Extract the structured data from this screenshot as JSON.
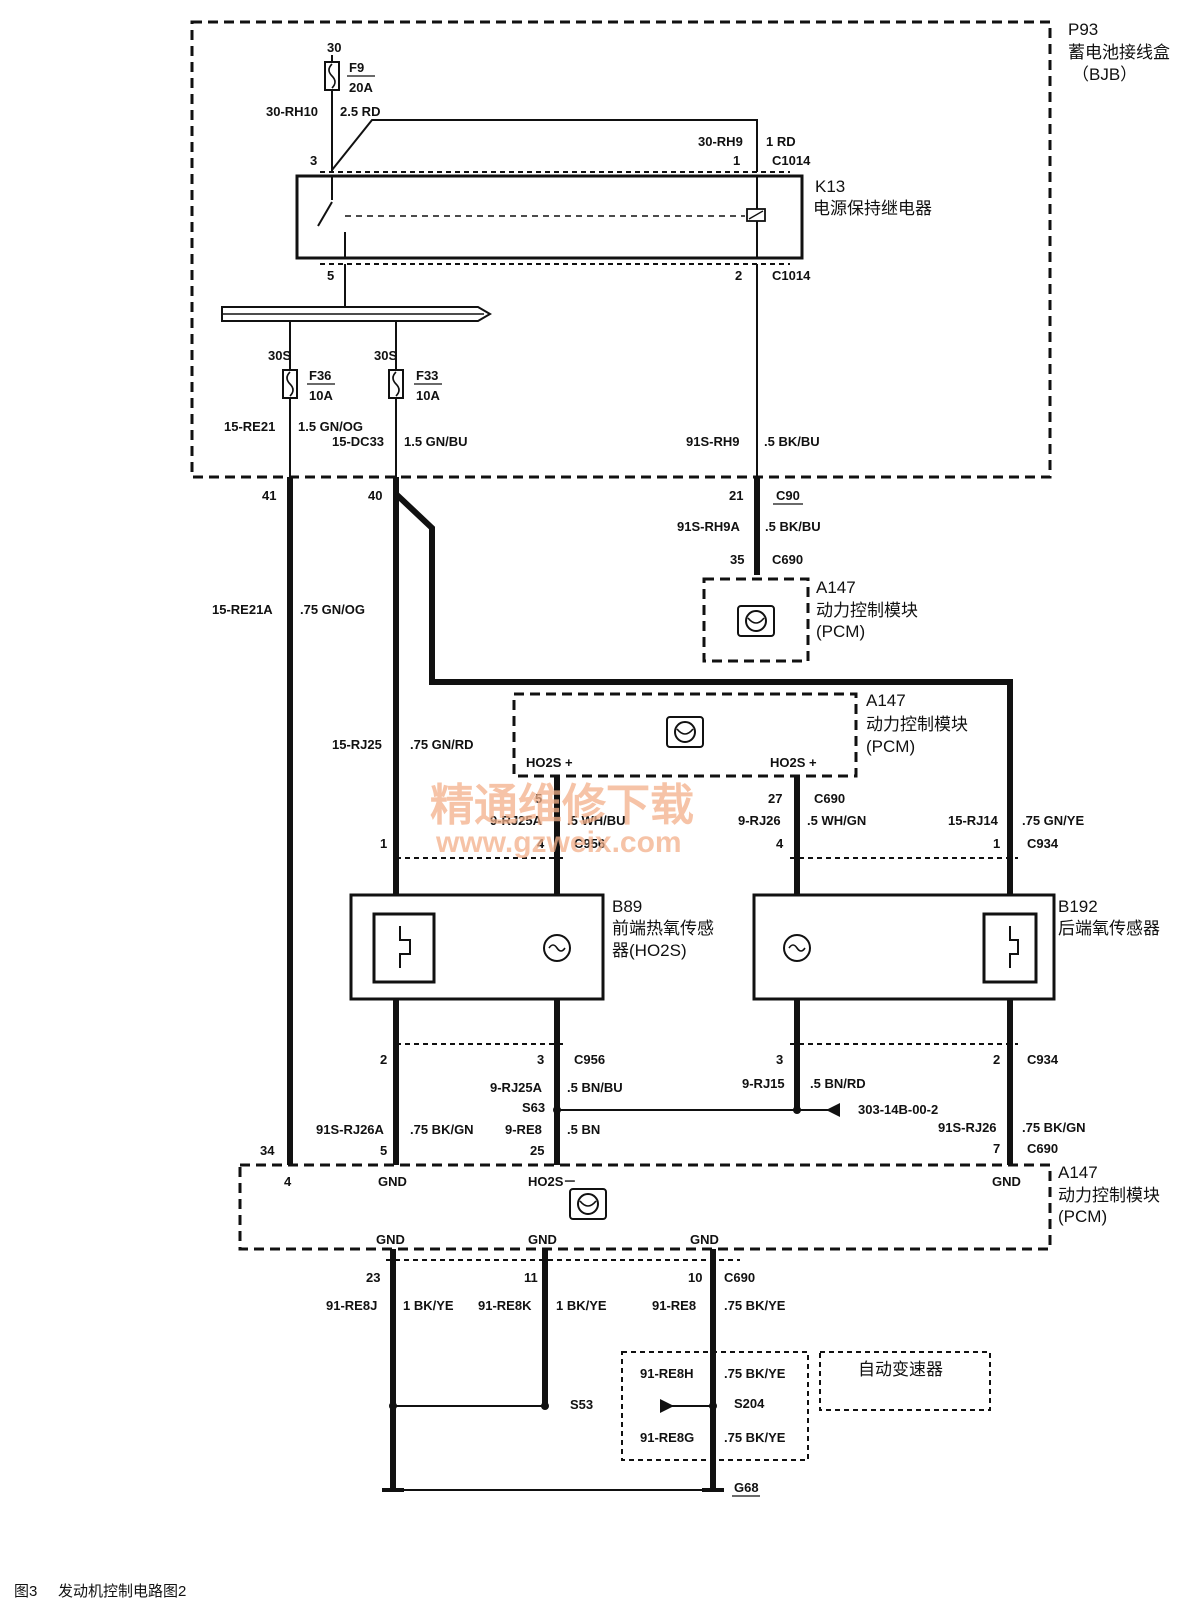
{
  "bjb": {
    "id": "P93",
    "name": "蓄电池接线盒",
    "abbr": "（BJB）"
  },
  "fuse_f9": {
    "pin": "30",
    "id": "F9",
    "rating": "20A",
    "wire_code": "30-RH10",
    "wire_spec": "2.5 RD"
  },
  "relay_k13": {
    "id": "K13",
    "name": "电源保持继电器",
    "pin_3": "3",
    "pin_1": "1",
    "pin_5": "5",
    "pin_2": "2",
    "wire_top_code": "30-RH9",
    "wire_top_spec": "1 RD",
    "conn_top": "C1014",
    "conn_bottom": "C1014"
  },
  "fuse_f36": {
    "pin": "30S",
    "id": "F36",
    "rating": "10A",
    "wire_code": "15-RE21",
    "wire_spec": "1.5 GN/OG"
  },
  "fuse_f33": {
    "pin": "30S",
    "id": "F33",
    "rating": "10A",
    "wire_code": "15-DC33",
    "wire_spec": "1.5 GN/BU"
  },
  "relay_out": {
    "wire_code": "91S-RH9",
    "wire_spec": ".5 BK/BU"
  },
  "c90": {
    "pin_41": "41",
    "pin_40": "40",
    "pin_21": "21",
    "conn": "C90"
  },
  "pcm_top": {
    "wire_code": "91S-RH9A",
    "wire_spec": ".5 BK/BU",
    "pin": "35",
    "conn": "C690",
    "id": "A147",
    "name": "动力控制模块",
    "abbr": "(PCM)"
  },
  "left_wire": {
    "code": "15-RE21A",
    "spec": ".75 GN/OG"
  },
  "pcm_mid": {
    "id": "A147",
    "name": "动力控制模块",
    "abbr": "(PCM)",
    "ho2s_left": "HO2S +",
    "ho2s_right": "HO2S +",
    "wire1_code": "15-RJ25",
    "wire1_spec": ".75 GN/RD",
    "pin_5": "5",
    "wire2_code": "9-RJ25A",
    "wire2_spec": ".5 WH/BU",
    "pin_27": "27",
    "conn_c690": "C690",
    "wire3_code": "9-RJ26",
    "wire3_spec": ".5 WH/GN",
    "wire4_code": "15-RJ14",
    "wire4_spec": ".75 GN/YE",
    "pin_1a": "1",
    "pin_4a": "4",
    "conn_c956": "C956",
    "pin_4b": "4",
    "pin_1b": "1",
    "conn_c934": "C934"
  },
  "b89": {
    "id": "B89",
    "name_line1": "前端热氧传感",
    "name_line2": "器(HO2S)"
  },
  "b192": {
    "id": "B192",
    "name": "后端氧传感器"
  },
  "lower": {
    "pin_2a": "2",
    "pin_3a": "3",
    "conn_c956": "C956",
    "pin_3b": "3",
    "pin_2b": "2",
    "conn_c934": "C934",
    "w1_code": "9-RJ25A",
    "w1_spec": ".5 BN/BU",
    "s63": "S63",
    "w2_code": "9-RJ15",
    "w2_spec": ".5 BN/RD",
    "ref": "303-14B-00-2",
    "w3_code": "91S-RJ26A",
    "w3_spec": ".75 BK/GN",
    "w4_code": "9-RE8",
    "w4_spec": ".5 BN",
    "w5_code": "91S-RJ26",
    "w5_spec": ".75 BK/GN",
    "pin_34": "34",
    "pin_5": "5",
    "pin_25": "25",
    "pin_7": "7",
    "conn_c690": "C690"
  },
  "pcm_bottom": {
    "id": "A147",
    "name": "动力控制模块",
    "abbr": "(PCM)",
    "pin_4": "4",
    "gnd1": "GND",
    "ho2s_minus": "HO2S－",
    "gnd2": "GND",
    "gnd3": "GND",
    "gnd4": "GND",
    "gnd5": "GND"
  },
  "ground": {
    "pin_23": "23",
    "pin_11": "11",
    "pin_10": "10",
    "conn": "C690",
    "w1_code": "91-RE8J",
    "w1_spec": "1 BK/YE",
    "w2_code": "91-RE8K",
    "w2_spec": "1 BK/YE",
    "w3_code": "91-RE8",
    "w3_spec": ".75 BK/YE",
    "w4_code": "91-RE8H",
    "w4_spec": ".75 BK/YE",
    "w5_code": "91-RE8G",
    "w5_spec": ".75 BK/YE",
    "s53": "S53",
    "s204": "S204",
    "g68": "G68",
    "trans": "自动变速器"
  },
  "watermark": {
    "line1": "精通维修下载",
    "line2": "www.gzweix.com"
  },
  "caption": {
    "fig": "图3",
    "text": "发动机控制电路图2"
  }
}
